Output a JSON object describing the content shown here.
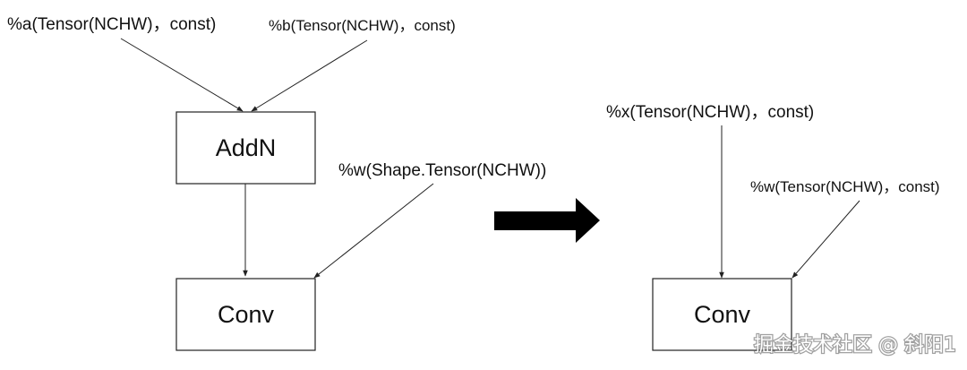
{
  "left_graph": {
    "input_a": "%a(Tensor(NCHW)，const)",
    "input_b": "%b(Tensor(NCHW)，const)",
    "addn_node": "AddN",
    "weight_input": "%w(Shape.Tensor(NCHW))",
    "conv_node": "Conv"
  },
  "transform_arrow": "right-arrow",
  "right_graph": {
    "input_x": "%x(Tensor(NCHW)，const)",
    "weight_input": "%w(Tensor(NCHW)，const)",
    "conv_node": "Conv"
  },
  "watermark": "掘金技术社区 @ 斜阳1"
}
